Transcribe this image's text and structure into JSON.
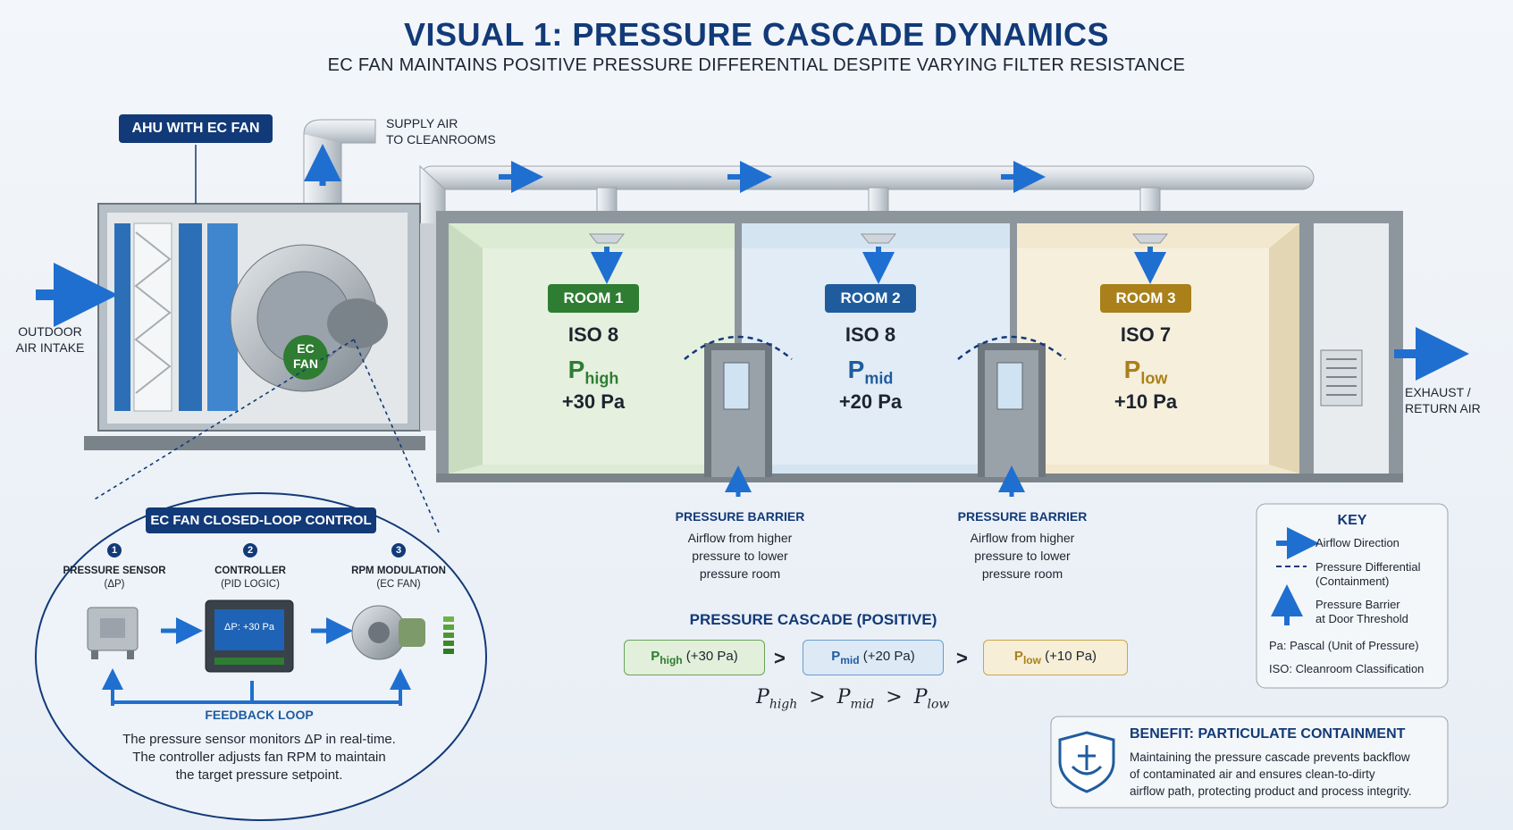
{
  "header": {
    "title": "VISUAL 1: PRESSURE CASCADE DYNAMICS",
    "subtitle": "EC FAN MAINTAINS POSITIVE PRESSURE DIFFERENTIAL DESPITE VARYING FILTER RESISTANCE"
  },
  "ahu": {
    "tag": "AHU WITH EC FAN",
    "supply_line1": "SUPPLY AIR",
    "supply_line2": "TO CLEANROOMS",
    "intake_line1": "OUTDOOR",
    "intake_line2": "AIR INTAKE",
    "fan_line1": "EC",
    "fan_line2": "FAN"
  },
  "rooms": [
    {
      "tag": "ROOM 1",
      "iso": "ISO 8",
      "p_main": "P",
      "p_sub": "high",
      "value": "+30 Pa",
      "color": "#2e7d32",
      "tint": "#dcebd4"
    },
    {
      "tag": "ROOM 2",
      "iso": "ISO 8",
      "p_main": "P",
      "p_sub": "mid",
      "value": "+20 Pa",
      "color": "#1f5c9e",
      "tint": "#d5e4f1"
    },
    {
      "tag": "ROOM 3",
      "iso": "ISO 7",
      "p_main": "P",
      "p_sub": "low",
      "value": "+10 Pa",
      "color": "#a9801a",
      "tint": "#f1e8cf"
    }
  ],
  "exhaust": {
    "line1": "EXHAUST /",
    "line2": "RETURN AIR"
  },
  "barriers": [
    {
      "title": "PRESSURE BARRIER",
      "l1": "Airflow from higher",
      "l2": "pressure to lower",
      "l3": "pressure room"
    },
    {
      "title": "PRESSURE BARRIER",
      "l1": "Airflow from higher",
      "l2": "pressure to lower",
      "l3": "pressure room"
    }
  ],
  "cascade": {
    "title": "PRESSURE CASCADE (POSITIVE)",
    "boxes": [
      {
        "main": "P",
        "sub": "high",
        "val": " (+30 Pa)"
      },
      {
        "main": "P",
        "sub": "mid",
        "val": " (+20 Pa)"
      },
      {
        "main": "P",
        "sub": "low",
        "val": " (+10 Pa)"
      }
    ],
    "gt": ">",
    "formula": [
      {
        "main": "P",
        "sub": "high"
      },
      {
        "main": "P",
        "sub": "mid"
      },
      {
        "main": "P",
        "sub": "low"
      }
    ]
  },
  "control": {
    "tag": "EC FAN CLOSED-LOOP CONTROL",
    "steps": [
      {
        "num": "1",
        "l1": "PRESSURE SENSOR",
        "l2": "(ΔP)"
      },
      {
        "num": "2",
        "l1": "CONTROLLER",
        "l2": "(PID LOGIC)"
      },
      {
        "num": "3",
        "l1": "RPM MODULATION",
        "l2": "(EC FAN)"
      }
    ],
    "display": "ΔP: +30 Pa",
    "feedback": "FEEDBACK LOOP",
    "desc1": "The pressure sensor monitors ΔP in real-time.",
    "desc2": "The controller adjusts fan RPM to maintain",
    "desc3": "the target pressure setpoint."
  },
  "key": {
    "title": "KEY",
    "airflow": "Airflow Direction",
    "diff1": "Pressure Differential",
    "diff2": "(Containment)",
    "barrier1": "Pressure Barrier",
    "barrier2": "at Door Threshold",
    "pa": "Pa: Pascal (Unit of Pressure)",
    "iso": "ISO: Cleanroom Classification"
  },
  "benefit": {
    "title": "BENEFIT: PARTICULATE CONTAINMENT",
    "l1": "Maintaining the pressure cascade prevents backflow",
    "l2": "of contaminated air and ensures clean-to-dirty",
    "l3": "airflow path, protecting product and process integrity."
  },
  "colors": {
    "navy": "#123a78",
    "arrow": "#1f6fd1"
  }
}
